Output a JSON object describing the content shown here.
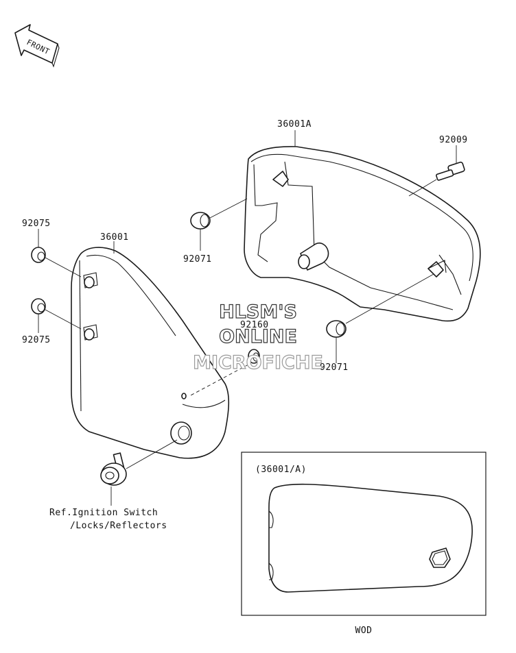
{
  "front_arrow": {
    "label": "FRONT"
  },
  "labels": {
    "cover_right": "36001A",
    "bolt": "92009",
    "grommet_upper_left": "92075",
    "grommet_lower_left": "92075",
    "cover_left": "36001",
    "grommet_upper_mid": "92071",
    "grommet_lower_mid": "92071",
    "grommet_center": "92160",
    "ref_note_line1": "Ref.Ignition Switch",
    "ref_note_line2": "/Locks/Reflectors"
  },
  "inset": {
    "title": "(36001/A)",
    "caption": "WOD"
  },
  "watermark": {
    "line1": "HLSM'S",
    "line2": "ONLINE",
    "line3": "MICROFICHE"
  }
}
